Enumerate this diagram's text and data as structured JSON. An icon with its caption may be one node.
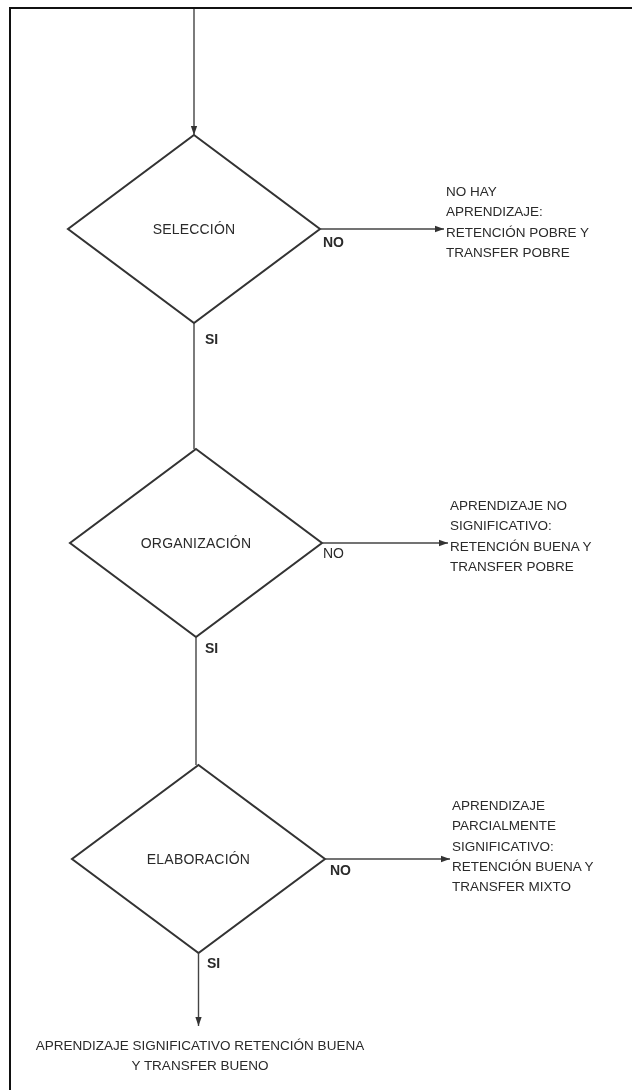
{
  "diagram": {
    "nodes": [
      {
        "text": [
          "SELECCIÓN"
        ]
      },
      {
        "text": [
          "NO HAY APRENDIZAJE: RETENCIÓN POBRE Y TRANSFER POBRE"
        ]
      },
      {
        "text": [
          "ORGANIZACIÓN"
        ]
      },
      {
        "text": [
          "APRENDIZAJE NO SIGNIFICATIVO: RETENCIÓN BUENA Y TRANSFER POBRE"
        ]
      },
      {
        "text": [
          "ELABORACIÓN"
        ]
      },
      {
        "text": [
          "APRENDIZAJE PARCIALMENTE SIGNIFICATIVO: RETENCIÓN BUENA Y TRANSFER MIXTO"
        ]
      },
      {
        "text": [
          "APRENDIZAJE SIGNIFICATIVO RETENCIÓN BUENA Y TRANSFER BUENO"
        ]
      }
    ],
    "edges": [
      {
        "from": null,
        "to": 0,
        "arrow": "to"
      },
      {
        "from": 0,
        "to": 1,
        "arrow": "to",
        "label": "NO"
      },
      {
        "from": 0,
        "to": 2,
        "arrow": "none",
        "label": "SI"
      },
      {
        "from": 2,
        "to": 3,
        "arrow": "to",
        "label": "NO"
      },
      {
        "from": 2,
        "to": 4,
        "arrow": "none",
        "label": "SI"
      },
      {
        "from": 4,
        "to": 5,
        "arrow": "to",
        "label": "NO"
      },
      {
        "from": 4,
        "to": 6,
        "arrow": "to",
        "label": "SI"
      }
    ]
  }
}
